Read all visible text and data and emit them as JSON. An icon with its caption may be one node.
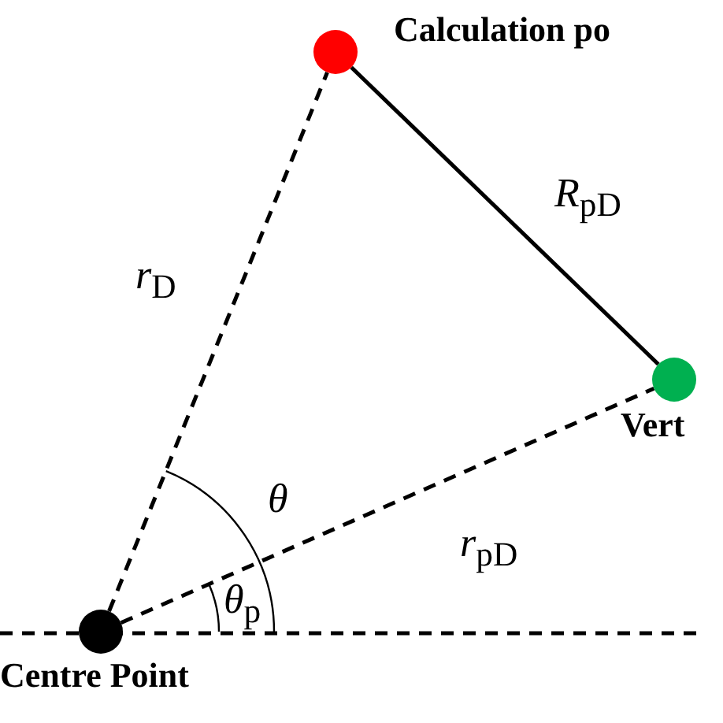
{
  "diagram": {
    "nodes": [
      {
        "text": [],
        "shape": "circle",
        "beside": [
          "Calculation po"
        ]
      },
      {
        "text": [],
        "shape": "circle",
        "beside": [
          "Vert"
        ]
      },
      {
        "text": [],
        "shape": "circle",
        "beside": [
          "Centre Point"
        ]
      }
    ],
    "edges": [
      {
        "from": 2,
        "to": 0,
        "arrow": "none",
        "style": "dashed",
        "label": "*r*$_{D}$"
      },
      {
        "from": 0,
        "to": 1,
        "arrow": "none",
        "label": "*R*$_{pD}$"
      },
      {
        "from": 2,
        "to": 1,
        "arrow": "none",
        "style": "dashed",
        "label": "*r*$_{pD}$"
      }
    ],
    "labels": [
      "θ",
      "*θ*$_{p}$"
    ]
  }
}
